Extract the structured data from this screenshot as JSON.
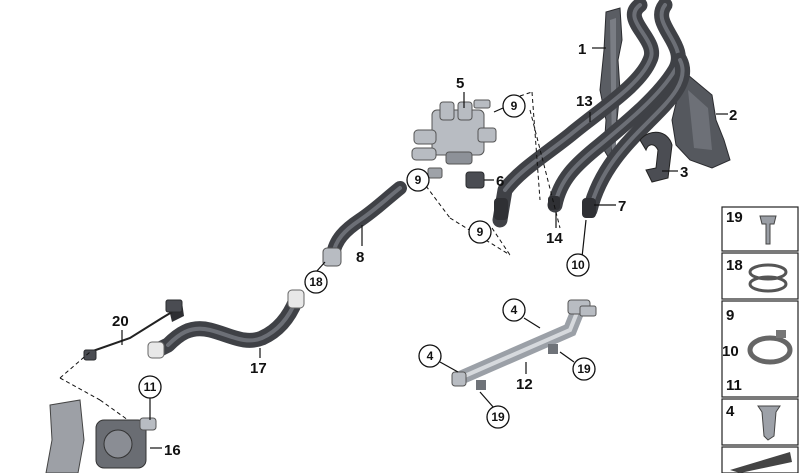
{
  "labels": {
    "p1": "1",
    "p2": "2",
    "p3": "3",
    "p5": "5",
    "p6": "6",
    "p7": "7",
    "p8": "8",
    "p12": "12",
    "p13": "13",
    "p14": "14",
    "p16": "16",
    "p17": "17",
    "p20": "20"
  },
  "callouts": {
    "c9a": "9",
    "c9b": "9",
    "c9c": "9",
    "c10": "10",
    "c11": "11",
    "c18": "18",
    "c4a": "4",
    "c4b": "4",
    "c19a": "19",
    "c19b": "19"
  },
  "legend": {
    "r1": "19",
    "r2": "18",
    "r3a": "9",
    "r3b": "10",
    "r3c": "11",
    "r4": "4"
  }
}
